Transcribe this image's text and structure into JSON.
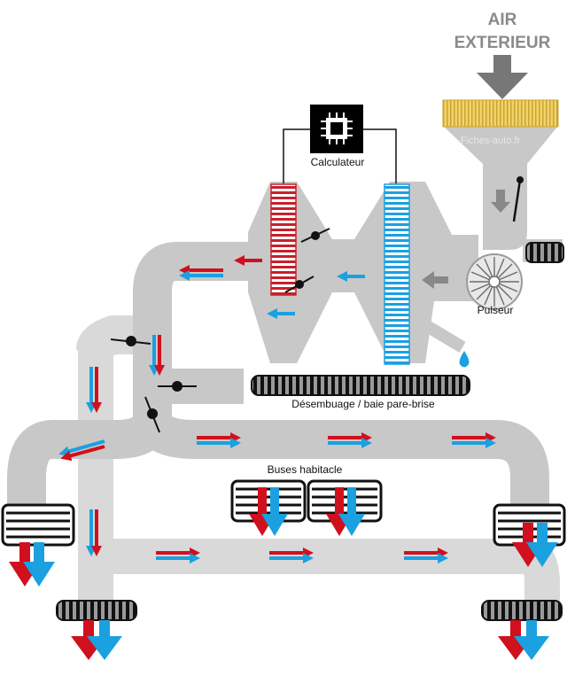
{
  "labels": {
    "air_line1": "AIR",
    "air_line2": "EXTERIEUR",
    "calculateur": "Calculateur",
    "pulseur": "Pulseur",
    "desembuage": "Désembuage / baie pare-brise",
    "buses": "Buses habitacle"
  },
  "watermarks": [
    "Fiches-auto.fr",
    "Fiches-auto.fr"
  ],
  "colors": {
    "duct": "#c8c8c8",
    "duct_light": "#d9d9d9",
    "hot": "#d0101e",
    "cold": "#1ba0e0",
    "filter": "#f2d36b",
    "gray_arrow": "#888888",
    "vent": "#111111"
  }
}
